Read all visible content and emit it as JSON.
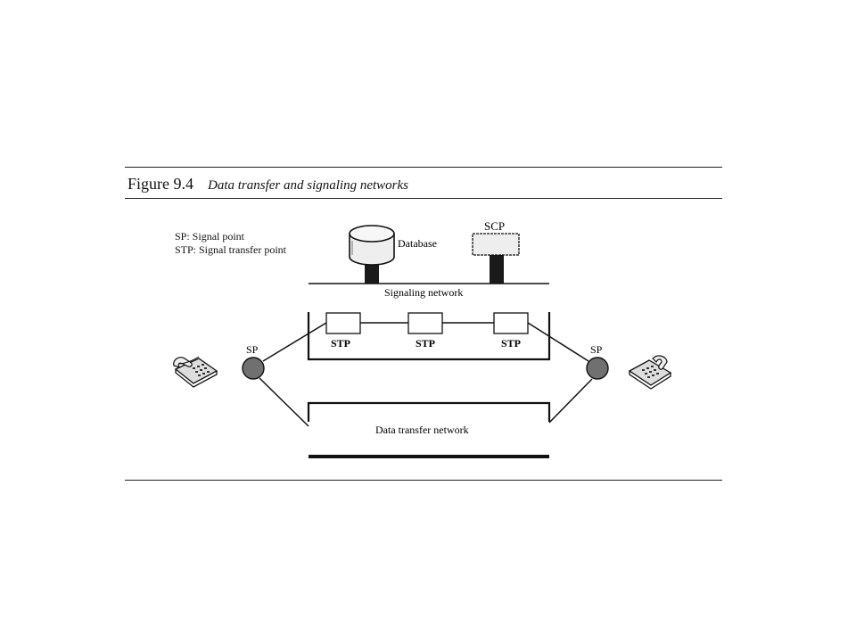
{
  "figure": {
    "number": "Figure 9.4",
    "title": "Data transfer and signaling networks"
  },
  "legend": {
    "items": [
      "SP: Signal point",
      "STP: Signal transfer point"
    ]
  },
  "labels": {
    "database": "Database",
    "scp": "SCP",
    "signaling_network": "Signaling network",
    "data_transfer_network": "Data transfer network",
    "stp": [
      "STP",
      "STP",
      "STP"
    ],
    "sp_left": "SP",
    "sp_right": "SP"
  },
  "colors": {
    "ink": "#111111",
    "sp_fill": "#707070",
    "box_fill": "#ffffff"
  },
  "icons": [
    "database-icon",
    "scp-icon",
    "stp-icon",
    "sp-icon",
    "telephone-icon"
  ]
}
